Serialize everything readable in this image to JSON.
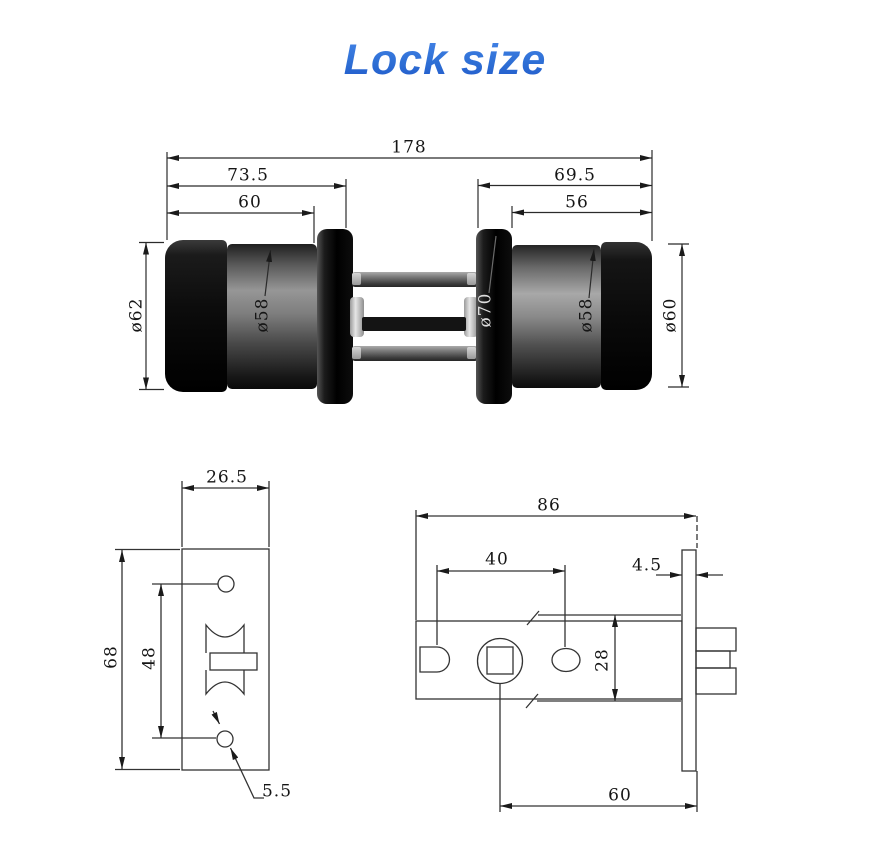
{
  "title": "Lock size",
  "theme": {
    "title_gradient_top": "#4585e8",
    "title_gradient_bottom": "#1e55c8",
    "line_color": "#2b2b2b",
    "background": "#ffffff"
  },
  "knob_view": {
    "overall_length": "178",
    "left_backset": "73.5",
    "left_knob_length": "60",
    "right_backset": "69.5",
    "right_knob_length": "56",
    "left_cap_diameter": "ø62",
    "left_body_diameter": "ø58",
    "rose_diameter": "ø70",
    "right_body_diameter": "ø58",
    "right_cap_diameter": "ø60"
  },
  "faceplate_view": {
    "plate_width": "26.5",
    "plate_height": "68",
    "hole_spacing": "48",
    "screw_hole_diameter": "5.5"
  },
  "latch_view": {
    "overall_length": "86",
    "hole_spacing": "40",
    "faceplate_thickness": "4.5",
    "case_height": "28",
    "backset": "60"
  }
}
